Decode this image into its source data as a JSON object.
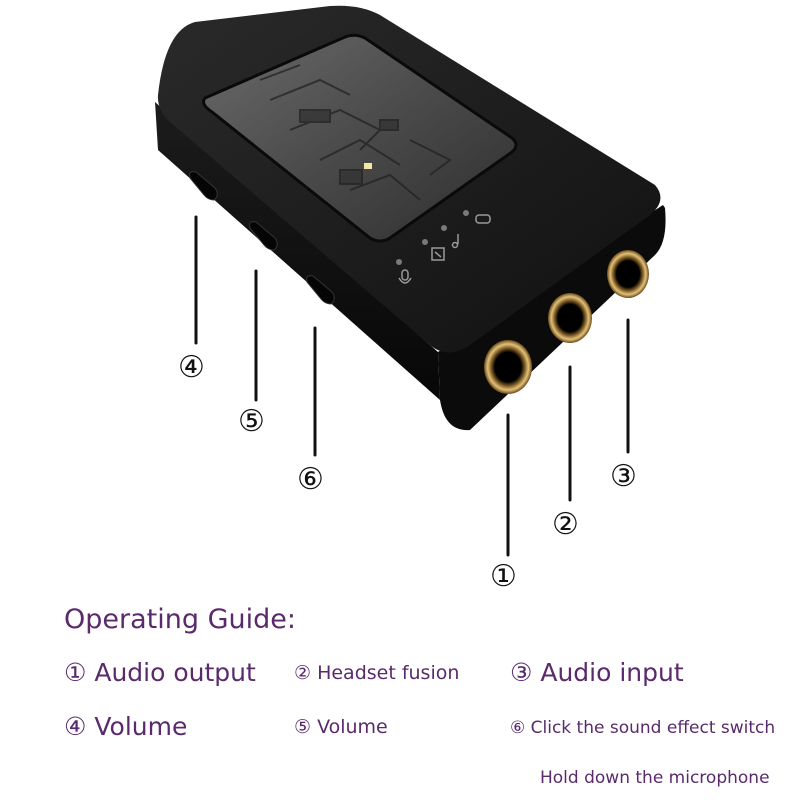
{
  "callouts": {
    "n1": "①",
    "n2": "②",
    "n3": "③",
    "n4": "④",
    "n5": "⑤",
    "n6": "⑥"
  },
  "guide": {
    "title": "Operating Guide:",
    "item1": "① Audio output",
    "item2": "② Headset fusion",
    "item3": "③ Audio input",
    "item4": "④ Volume",
    "item5": "⑤ Volume",
    "item6": "⑥ Click the sound effect switch",
    "item6_note": "Hold down the microphone"
  },
  "colors": {
    "device_body": "#151515",
    "jack_gold": "#c9a55a",
    "guide_text": "#5a2a6c"
  },
  "icons": [
    "microphone-icon",
    "mode-icon",
    "music-note-icon",
    "gamepad-icon"
  ]
}
